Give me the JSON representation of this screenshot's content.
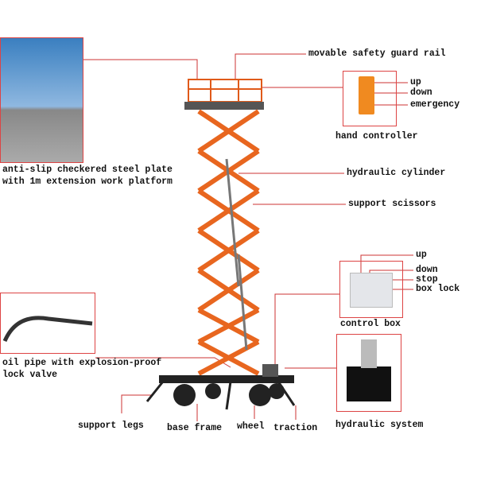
{
  "labels": {
    "guard_rail": "movable safety guard rail",
    "hc_up": "up",
    "hc_down": "down",
    "hc_emergency": "emergency",
    "hand_controller": "hand controller",
    "hydraulic_cylinder": "hydraulic cylinder",
    "support_scissors": "support scissors",
    "plate_line1": "anti-slip checkered steel plate",
    "plate_line2": "with 1m extension work platform",
    "cb_up": "up",
    "cb_down": "down",
    "cb_stop": "stop",
    "cb_box_lock": "box lock",
    "control_box": "control box",
    "oil_line1": "oil pipe with explosion-proof",
    "oil_line2": "lock valve",
    "hydraulic_system": "hydraulic system",
    "support_legs": "support legs",
    "base_frame": "base frame",
    "wheel": "wheel",
    "traction": "traction"
  },
  "colors": {
    "accent": "#e05a1a",
    "callout": "#cc3333"
  }
}
